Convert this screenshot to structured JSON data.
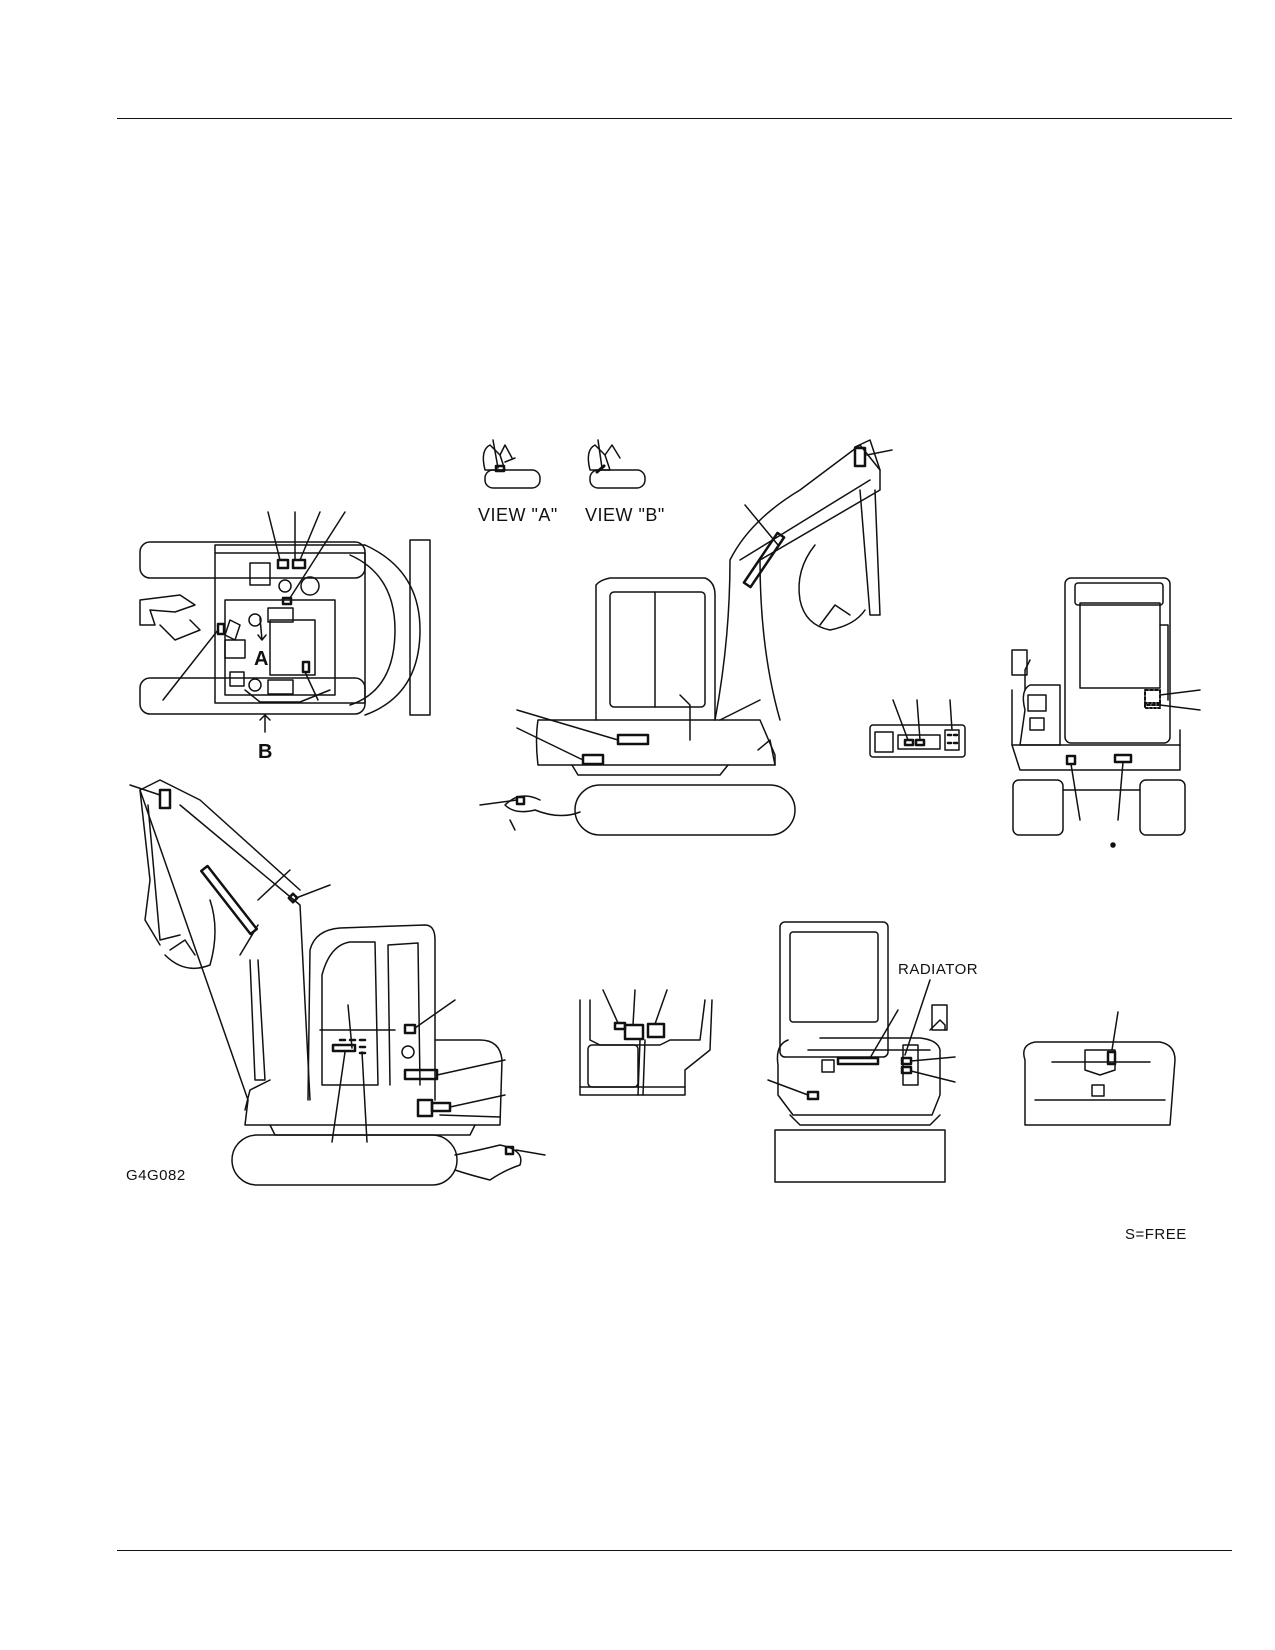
{
  "labels": {
    "view_a": "VIEW \"A\"",
    "view_b": "VIEW \"B\"",
    "marker_a": "A",
    "marker_b": "B",
    "radiator": "RADIATOR",
    "drawing_code": "G4G082",
    "note": "S=FREE"
  }
}
